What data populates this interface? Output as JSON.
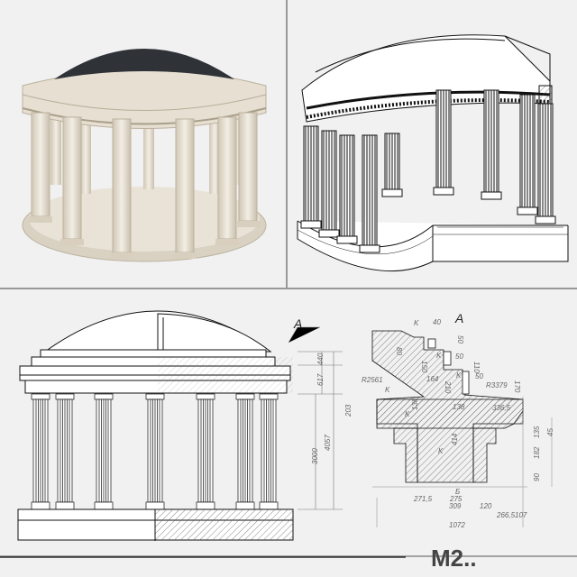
{
  "panels": {
    "render": "3d-render",
    "wireframe": "wireframe-cutaway",
    "elevation": "front-elevation-section",
    "detail": "entablature-section-detail"
  },
  "elevation": {
    "callout": "A",
    "dims": [
      "440",
      "617",
      "3000",
      "4057"
    ]
  },
  "detail": {
    "callout": "A",
    "section_mark": "Б",
    "labels": [
      "K",
      "40",
      "50",
      "80",
      "150",
      "K",
      "50",
      "110",
      "164",
      "210",
      "K",
      "50",
      "R3379",
      "170",
      "R2561",
      "K",
      "203",
      "138",
      "138",
      "336,5",
      "K",
      "45",
      "135",
      "414",
      "K",
      "182",
      "90",
      "271,5",
      "275",
      "309",
      "120",
      "266,5",
      "107",
      "1072"
    ]
  },
  "watermark": "M2..",
  "colors": {
    "background": "#f1f1f1",
    "stone": "#e4dccd",
    "dome": "#2f3338",
    "line": "#111111"
  }
}
